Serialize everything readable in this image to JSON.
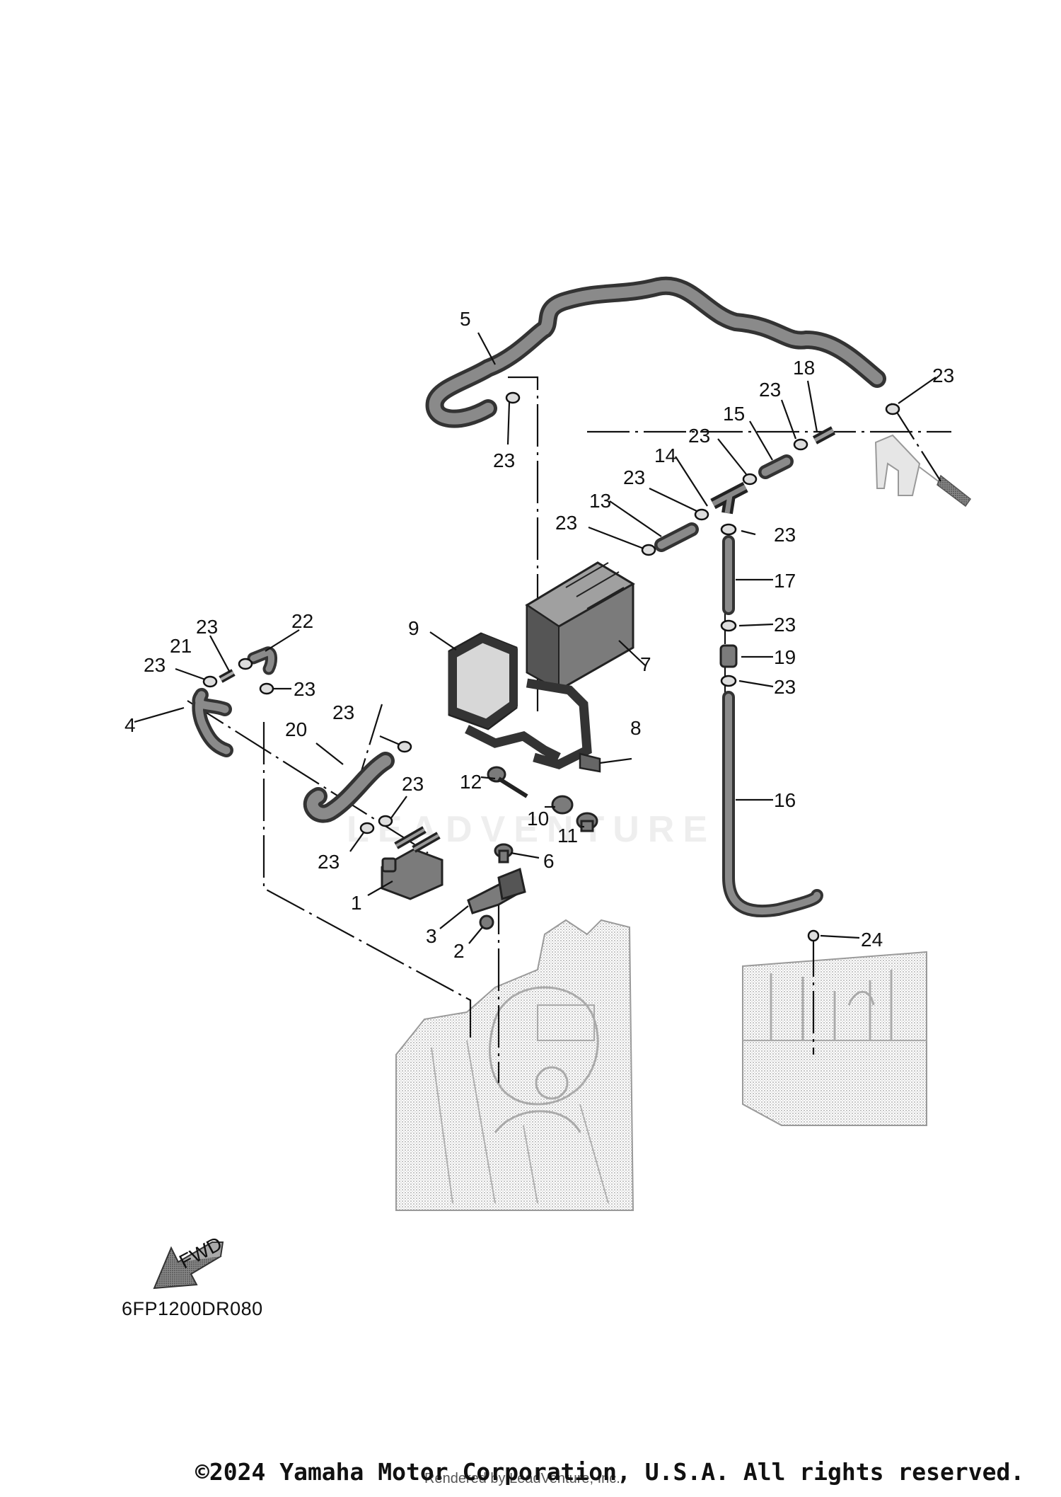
{
  "callouts": {
    "c1": "1",
    "c2": "2",
    "c3": "3",
    "c4": "4",
    "c5": "5",
    "c6": "6",
    "c7": "7",
    "c8": "8",
    "c9": "9",
    "c10": "10",
    "c11": "11",
    "c12": "12",
    "c13": "13",
    "c14": "14",
    "c15": "15",
    "c16": "16",
    "c17": "17",
    "c18": "18",
    "c19": "19",
    "c20": "20",
    "c21": "21",
    "c22": "22",
    "c23": "23",
    "c24": "24"
  },
  "fwd_label": "FWD",
  "diagram_code": "6FP1200DR080",
  "watermark": "LEADVENTURE",
  "footer": {
    "copyright": "©2024 Yamaha Motor Corporation, U.S.A. All rights reserved.",
    "rendered_by": "Rendered by LeadVenture, Inc."
  }
}
